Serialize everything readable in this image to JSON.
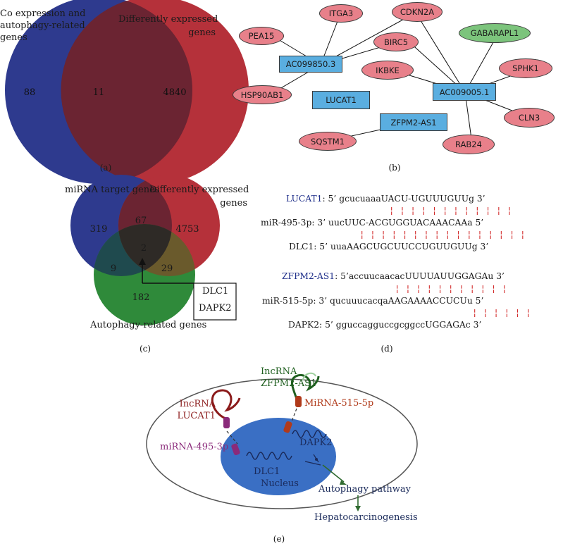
{
  "panel_a": {
    "label_left": [
      "Co expression and",
      "autophagy-related",
      "genes"
    ],
    "label_right": [
      "Differently expressed",
      "genes"
    ],
    "left_only": "88",
    "overlap": "11",
    "right_only": "4840",
    "caption": "(a)",
    "colors": {
      "left": "#2e3a8e",
      "right": "#b5313a",
      "overlap": "#6b2432"
    }
  },
  "panel_b": {
    "caption": "(b)",
    "genes": [
      "ITGA3",
      "CDKN2A",
      "PEA15",
      "BIRC5",
      "GABARAPL1",
      "IKBKE",
      "SPHK1",
      "HSP90AB1",
      "CLN3",
      "SQSTM1",
      "RAB24"
    ],
    "lncrnas": [
      "AC099850.3",
      "AC009005.1",
      "LUCAT1",
      "ZFPM2-AS1"
    ],
    "colors": {
      "gene": "#e8808a",
      "gene_highlight": "#7cc47c",
      "lncrna": "#5aaee0"
    }
  },
  "panel_c": {
    "caption": "(c)",
    "label_top_left": "miRNA target genes",
    "label_top_right": [
      "Differently expressed",
      "genes"
    ],
    "label_bottom": "Autophagy-related genes",
    "values": {
      "target_only": "319",
      "target_de": "67",
      "de_only": "4753",
      "all_three": "2",
      "target_autophagy": "9",
      "de_autophagy": "29",
      "autophagy_only": "182"
    },
    "box_genes": [
      "DLC1",
      "DAPK2"
    ],
    "colors": {
      "target": "#2e3a8e",
      "de": "#b5313a",
      "autophagy": "#2f8a3a"
    }
  },
  "panel_d": {
    "caption": "(d)",
    "block1": {
      "lnc_name": "LUCAT1",
      "lnc_seq": ": 5’ gcucuaaaUACU-UGUUUGUUg 3’",
      "pairs1": "¦ ¦ ¦ ¦ ¦ ¦ ¦ ¦ ¦ ¦ ¦ ¦",
      "mirna": "miR-495-3p: 3’ uucUUC-ACGUGGUACAAACAAa 5’",
      "pairs2": "¦ ¦ ¦ ¦ ¦ ¦ ¦ ¦ ¦ ¦ ¦ ¦ ¦ ¦ ¦ ¦",
      "target": "DLC1: 5’ uuaAAGCUGCUUCCUGUUGUUg 3’"
    },
    "block2": {
      "lnc_name": "ZFPM2-AS1",
      "lnc_seq": ": 5’accuucaacacUUUUAUUGGAGAu 3’",
      "pairs1": "¦ ¦ ¦ ¦ ¦ ¦ ¦ ¦ ¦ ¦ ¦",
      "mirna": "miR-515-5p: 3’ qucuuucacqaAAGAAAACCUCUu 5’",
      "pairs2": "¦ ¦ ¦ ¦ ¦ ¦",
      "target": "DAPK2: 5’ gguccagguccgcggccUGGAGAc 3’"
    }
  },
  "panel_e": {
    "caption": "(e)",
    "lnc1": [
      "IncRNA",
      "LUCAT1"
    ],
    "lnc2": [
      "IncRNA",
      "ZFPM2-AS1"
    ],
    "mir1": "miRNA-495-3p",
    "mir2": "MiRNA-515-5p",
    "gene1": "DLC1",
    "gene2": "DAPK2",
    "nucleus": "Nucleus",
    "pathway": "Autophagy pathway",
    "outcome": "Hepatocarcinogenesis",
    "colors": {
      "nucleus": "#3a6fc4",
      "lnc1": "#8b1a1a",
      "lnc2": "#1f5f1f",
      "mir1": "#8a2a7a",
      "mir2": "#b03a1a"
    }
  }
}
